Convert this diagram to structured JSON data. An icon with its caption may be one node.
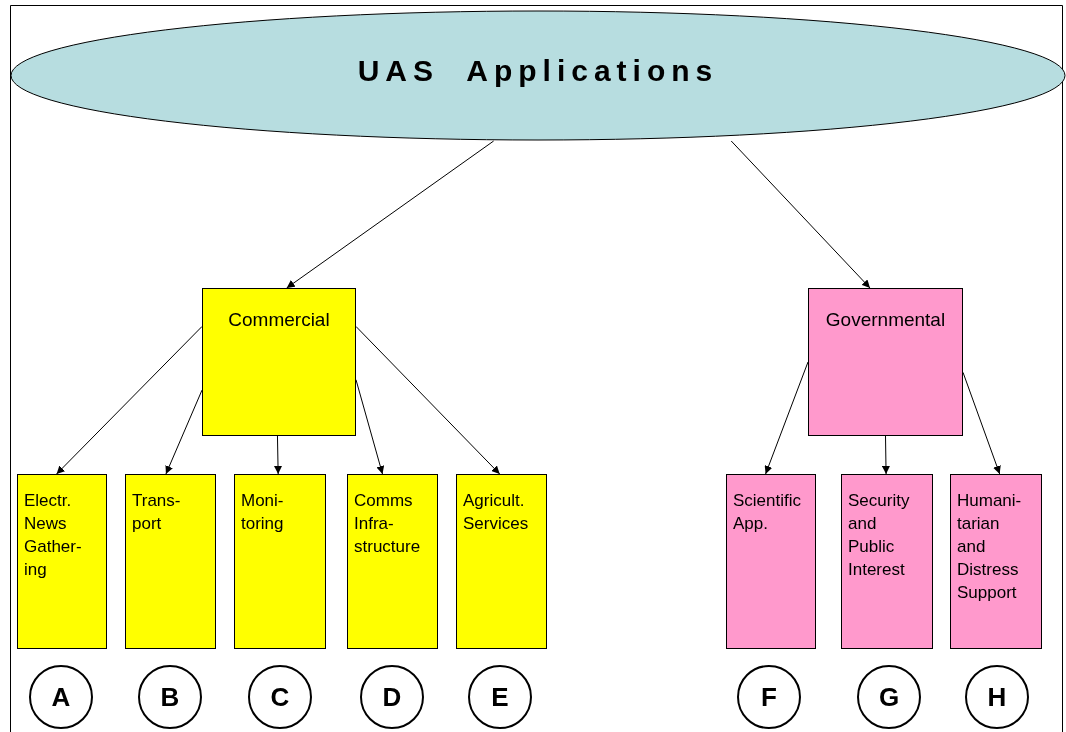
{
  "diagram": {
    "nodes": [
      {
        "text": [
          "UAS Applications"
        ]
      },
      {
        "text": [
          "Commercial"
        ]
      },
      {
        "text": [
          "Governmental"
        ]
      },
      {
        "text": [
          "Electr. News Gather- ing"
        ]
      },
      {
        "text": [
          "Trans- port"
        ]
      },
      {
        "text": [
          "Moni- toring"
        ]
      },
      {
        "text": [
          "Comms Infra- structure"
        ]
      },
      {
        "text": [
          "Agricult. Services"
        ]
      },
      {
        "text": [
          "Scientific App."
        ]
      },
      {
        "text": [
          "Security and Public Interest"
        ]
      },
      {
        "text": [
          "Humani- tarian and Distress Support"
        ]
      },
      {
        "text": [
          "A"
        ]
      },
      {
        "text": [
          "B"
        ]
      },
      {
        "text": [
          "C"
        ]
      },
      {
        "text": [
          "D"
        ]
      },
      {
        "text": [
          "E"
        ]
      },
      {
        "text": [
          "F"
        ]
      },
      {
        "text": [
          "G"
        ]
      },
      {
        "text": [
          "H"
        ]
      }
    ],
    "edges": [
      {
        "from": 0,
        "to": 1,
        "arrow": "to"
      },
      {
        "from": 0,
        "to": 2,
        "arrow": "to"
      },
      {
        "from": 1,
        "to": 3,
        "arrow": "to"
      },
      {
        "from": 1,
        "to": 4,
        "arrow": "to"
      },
      {
        "from": 1,
        "to": 5,
        "arrow": "to"
      },
      {
        "from": 1,
        "to": 6,
        "arrow": "to"
      },
      {
        "from": 1,
        "to": 7,
        "arrow": "to"
      },
      {
        "from": 2,
        "to": 8,
        "arrow": "to"
      },
      {
        "from": 2,
        "to": 9,
        "arrow": "to"
      },
      {
        "from": 2,
        "to": 10,
        "arrow": "to"
      }
    ]
  }
}
